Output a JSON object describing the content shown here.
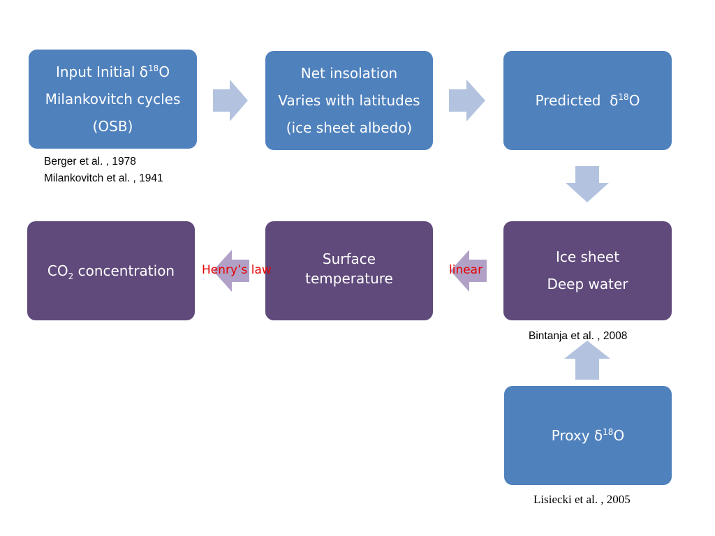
{
  "colors": {
    "blue_box": "#4f81bd",
    "purple_box": "#604a7b",
    "blue_arrow": "#b3c3df",
    "purple_arrow": "#b1a1c7",
    "edge_label": "#e60000"
  },
  "nodes": {
    "input": {
      "line1_text": "Input Initial δ",
      "line1_sup": "18",
      "line1_tail": "O",
      "line2": "Milankovitch cycles",
      "line3": "(OSB)"
    },
    "net_insolation": {
      "line1": "Net insolation",
      "line2": "Varies with latitudes",
      "line3": "(ice sheet albedo)"
    },
    "predicted": {
      "text": "Predicted  δ",
      "sup": "18",
      "tail": "O"
    },
    "ice_sheet": {
      "line1": "Ice sheet",
      "line2": "Deep water"
    },
    "surface_temp": {
      "line1": "Surface",
      "line2": "temperature"
    },
    "co2": {
      "text": "CO",
      "sub": "2",
      "tail": " concentration"
    },
    "proxy": {
      "text": "Proxy δ",
      "sup": "18",
      "tail": "O"
    }
  },
  "edge_labels": {
    "henry": "Henry’s law",
    "linear": "linear"
  },
  "references": {
    "berger": "Berger et al. , 1978",
    "milankovitch": "Milankovitch et al. , 1941",
    "bintanja": "Bintanja et al. , 2008",
    "lisiecki": "Lisiecki et al. , 2005"
  },
  "arrows": [
    {
      "name": "arrow-input-to-insolation",
      "direction": "right",
      "color": "blue"
    },
    {
      "name": "arrow-insolation-to-predicted",
      "direction": "right",
      "color": "blue"
    },
    {
      "name": "arrow-predicted-to-icesheet",
      "direction": "down",
      "color": "blue"
    },
    {
      "name": "arrow-icesheet-to-temperature",
      "direction": "left",
      "color": "purple"
    },
    {
      "name": "arrow-temperature-to-co2",
      "direction": "left",
      "color": "purple"
    },
    {
      "name": "arrow-proxy-to-icesheet",
      "direction": "up",
      "color": "blue"
    }
  ]
}
